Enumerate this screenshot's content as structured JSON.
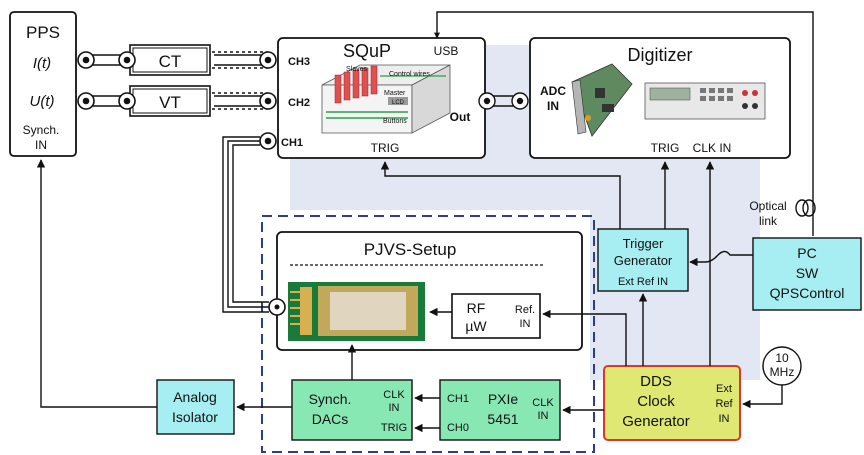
{
  "blocks": {
    "pps": {
      "title": "PPS",
      "i_label": "I(t)",
      "u_label": "U(t)",
      "synch_line1": "Synch.",
      "synch_line2": "IN"
    },
    "ct": {
      "label": "CT"
    },
    "vt": {
      "label": "VT"
    },
    "squp": {
      "title": "SQuP",
      "usb": "USB",
      "ch1": "CH1",
      "ch2": "CH2",
      "ch3": "CH3",
      "out": "Out",
      "trig": "TRIG",
      "illustration": {
        "slaves": "Slaves",
        "control_wires": "Control wires",
        "master": "Master",
        "lcd": "LCD",
        "buttons": "Buttons"
      }
    },
    "digitizer": {
      "title": "Digitizer",
      "adc_line1": "ADC",
      "adc_line2": "IN",
      "trig": "TRIG",
      "clk": "CLK IN"
    },
    "pjvs_setup": {
      "title": "PJVS-Setup"
    },
    "rf": {
      "line1": "RF",
      "line2": "µW",
      "ref1": "Ref.",
      "ref2": "IN"
    },
    "trigger_generator": {
      "line1": "Trigger",
      "line2": "Generator",
      "ext_ref": "Ext Ref IN"
    },
    "pc": {
      "line1": "PC",
      "line2": "SW",
      "line3": "QPSControl"
    },
    "optical_link": {
      "line1": "Optical",
      "line2": "link"
    },
    "analog_isolator": {
      "line1": "Analog",
      "line2": "Isolator"
    },
    "synch_dacs": {
      "line1": "Synch.",
      "line2": "DACs",
      "clk1": "CLK",
      "clk2": "IN",
      "trig": "TRIG"
    },
    "pxie": {
      "line1": "PXIe",
      "line2": "5451",
      "ch1": "CH1",
      "ch0": "CH0",
      "clk1": "CLK",
      "clk2": "IN"
    },
    "dds": {
      "line1": "DDS",
      "line2": "Clock",
      "line3": "Generator",
      "ext1": "Ext",
      "ext2": "Ref",
      "ext3": "IN"
    },
    "ref10mhz": {
      "line1": "10",
      "line2": "MHz"
    }
  },
  "colors": {
    "cyan_box": "#a6eef2",
    "green_box": "#88e8b4",
    "dds_fill": "#dfe872",
    "dds_border": "#d63a2e",
    "dashed_border": "#2a3f8f",
    "shadow": "#dde1f0"
  }
}
